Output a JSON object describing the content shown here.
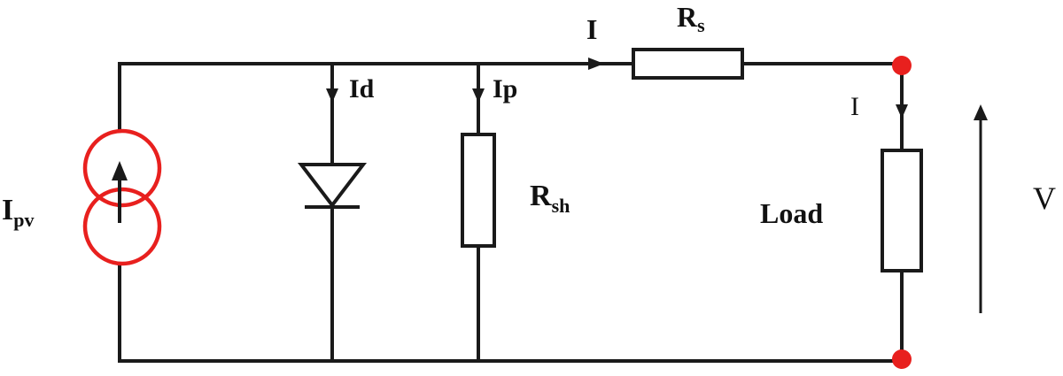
{
  "labels": {
    "source_current": "I",
    "source_current_sub": "pv",
    "diode_current": "Id",
    "shunt_current": "Ip",
    "shunt_resistor": "R",
    "shunt_resistor_sub": "sh",
    "line_current": "I",
    "series_resistor": "R",
    "series_resistor_sub": "s",
    "load_current": "I",
    "load": "Load",
    "voltage": "V"
  },
  "colors": {
    "wire": "#1a1a1a",
    "source": "#e8201e",
    "terminal": "#e8201e",
    "text": "#111111"
  },
  "icons": {
    "current_source": "dual-circle-current-source-icon",
    "diode": "diode-icon",
    "resistor": "resistor-icon",
    "terminal": "terminal-dot-icon",
    "arrow": "arrowhead-icon"
  }
}
